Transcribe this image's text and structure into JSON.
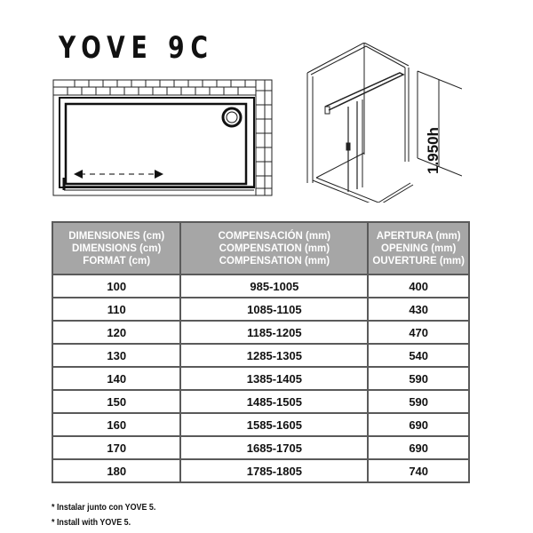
{
  "product": {
    "title": "YOVE 9C",
    "height_label": "1.950h"
  },
  "table": {
    "headers": [
      {
        "lines": [
          "DIMENSIONES (cm)",
          "DIMENSIONS (cm)",
          "FORMAT (cm)"
        ]
      },
      {
        "lines": [
          "COMPENSACIÓN (mm)",
          "COMPENSATION (mm)",
          "COMPENSATION (mm)"
        ]
      },
      {
        "lines": [
          "APERTURA (mm)",
          "OPENING (mm)",
          "OUVERTURE (mm)"
        ]
      }
    ],
    "rows": [
      [
        "100",
        "985-1005",
        "400"
      ],
      [
        "110",
        "1085-1105",
        "430"
      ],
      [
        "120",
        "1185-1205",
        "470"
      ],
      [
        "130",
        "1285-1305",
        "540"
      ],
      [
        "140",
        "1385-1405",
        "590"
      ],
      [
        "150",
        "1485-1505",
        "590"
      ],
      [
        "160",
        "1585-1605",
        "690"
      ],
      [
        "170",
        "1685-1705",
        "690"
      ],
      [
        "180",
        "1785-1805",
        "740"
      ]
    ]
  },
  "notes": [
    "* Instalar junto con YOVE 5.",
    "* Install with YOVE 5."
  ],
  "colors": {
    "header_bg": "#a6a6a6",
    "header_text": "#ffffff",
    "border": "#5a5a5a"
  },
  "icons": {
    "plan_view": "shower-plan-diagram",
    "iso_view": "shower-isometric-diagram"
  }
}
